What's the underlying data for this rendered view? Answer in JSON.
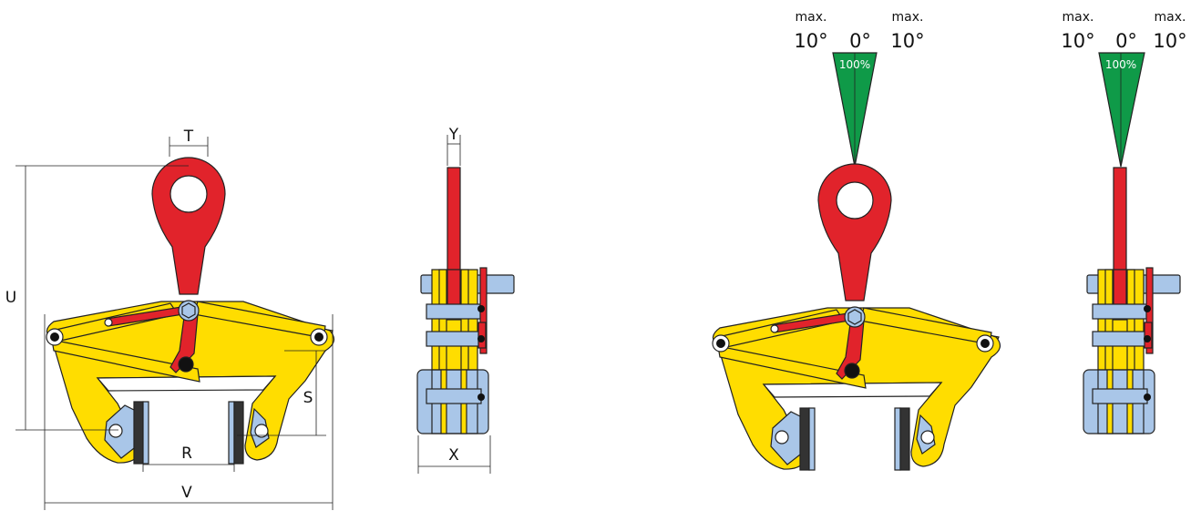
{
  "dimensions": {
    "T": "T",
    "U": "U",
    "S": "S",
    "R": "R",
    "V": "V",
    "Y": "Y",
    "X": "X"
  },
  "tilt_front": {
    "left_max": "max.",
    "left_deg": "10°",
    "center_deg": "0°",
    "right_max": "max.",
    "right_deg": "10°",
    "capacity": "100%"
  },
  "tilt_side": {
    "left_max": "max.",
    "left_deg": "10°",
    "center_deg": "0°",
    "right_max": "max.",
    "right_deg": "10°",
    "capacity": "100%"
  },
  "colors": {
    "body": "#ffdd00",
    "eye": "#e1232b",
    "plate": "#a9c6e8",
    "pad": "#333333",
    "cone": "#0f9a48"
  }
}
